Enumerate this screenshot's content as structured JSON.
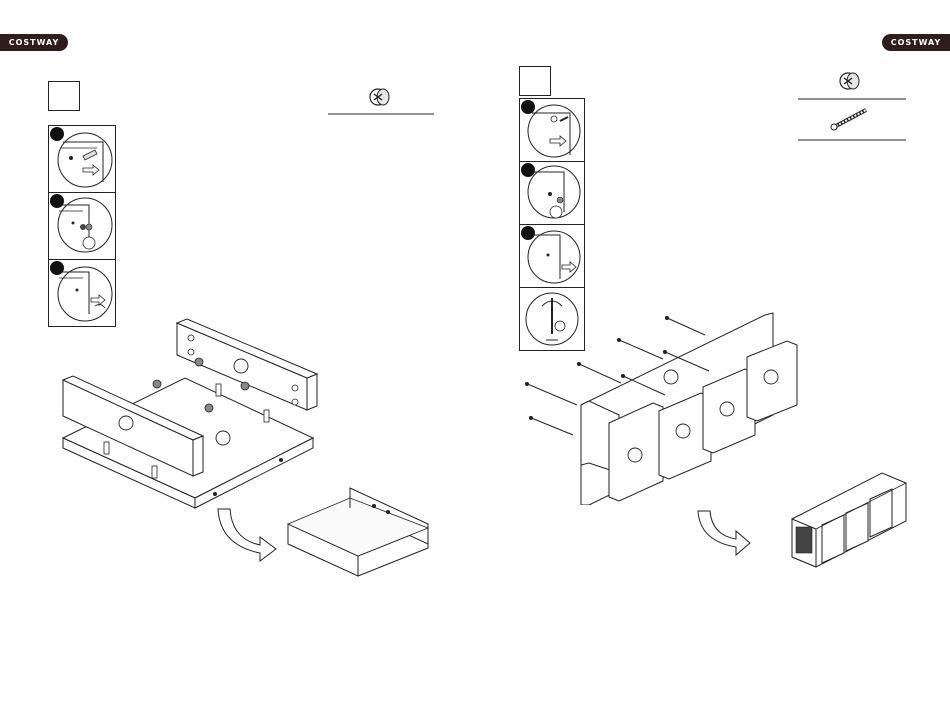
{
  "brand": {
    "left_label": "COSTWAY",
    "right_label": "COSTWAY"
  },
  "page_left": {
    "step_number": "",
    "hardware": [
      "cam-lock-icon"
    ],
    "substeps": 3
  },
  "page_right": {
    "step_number": "",
    "hardware": [
      "cam-lock-icon",
      "cam-bolt-icon"
    ],
    "substeps": 4
  }
}
